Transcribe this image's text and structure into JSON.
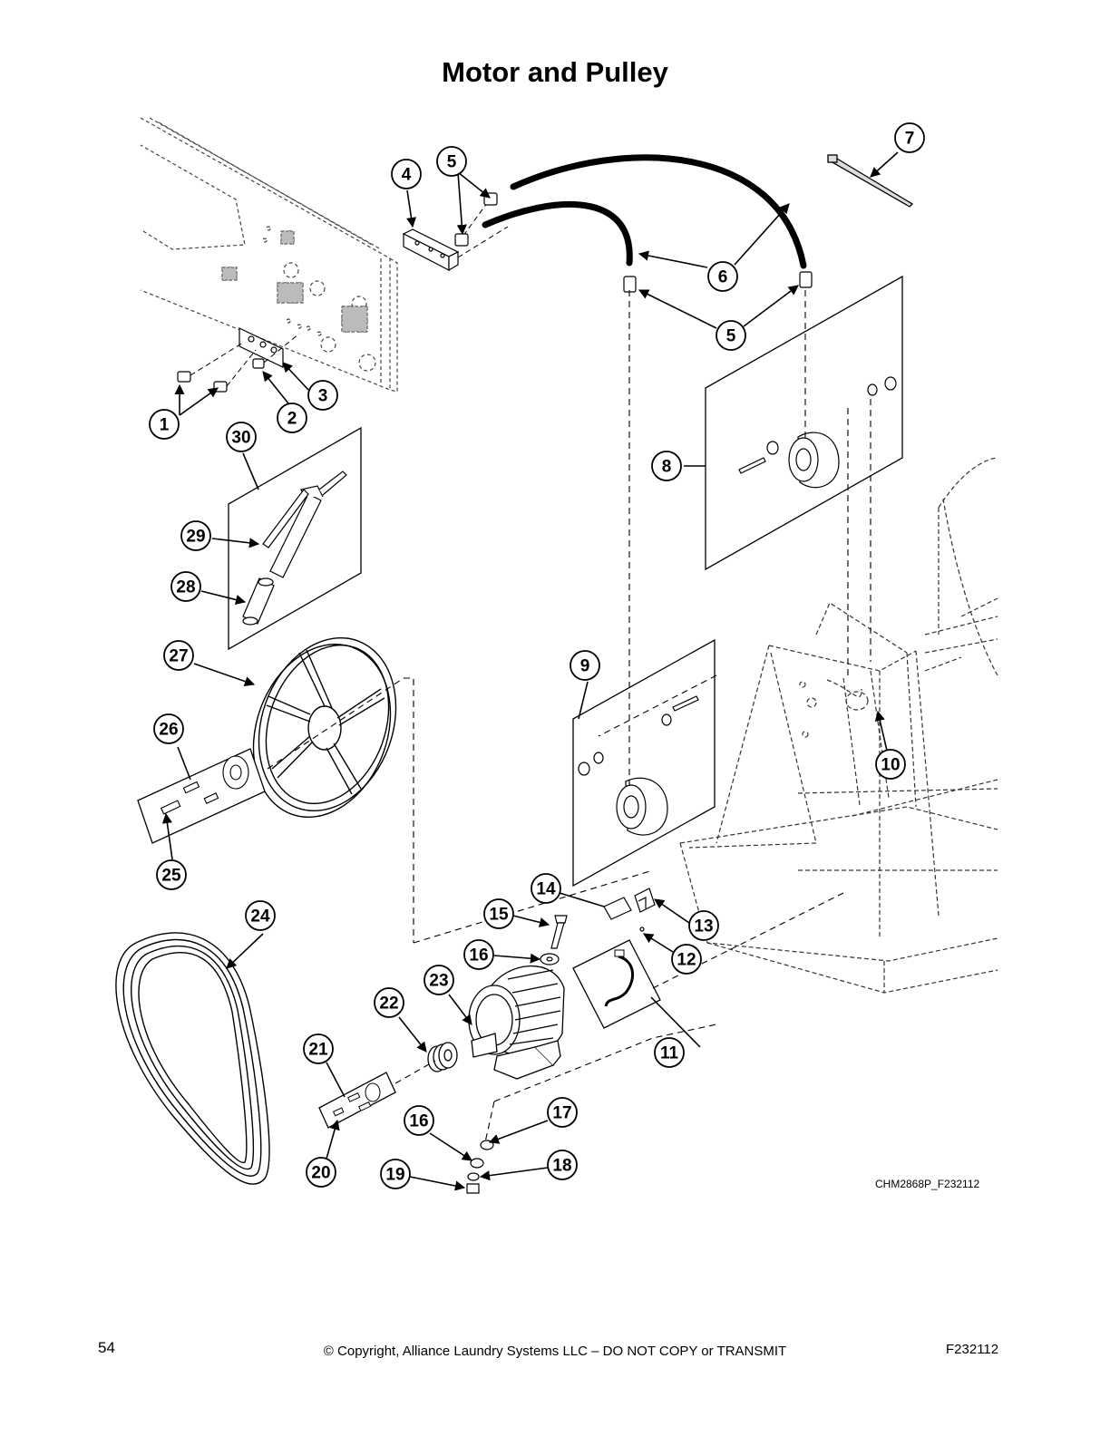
{
  "page": {
    "title": "Motor and Pulley",
    "drawing_id": "CHM2868P_F232112",
    "page_number": "54",
    "copyright": "© Copyright, Alliance Laundry Systems LLC – DO NOT COPY or TRANSMIT",
    "doc_id": "F232112"
  },
  "callouts": [
    "1",
    "2",
    "3",
    "4",
    "5",
    "6",
    "7",
    "8",
    "9",
    "10",
    "11",
    "12",
    "13",
    "14",
    "15",
    "16",
    "17",
    "18",
    "19",
    "20",
    "21",
    "22",
    "23",
    "24",
    "25",
    "26",
    "27",
    "28",
    "29",
    "30"
  ]
}
